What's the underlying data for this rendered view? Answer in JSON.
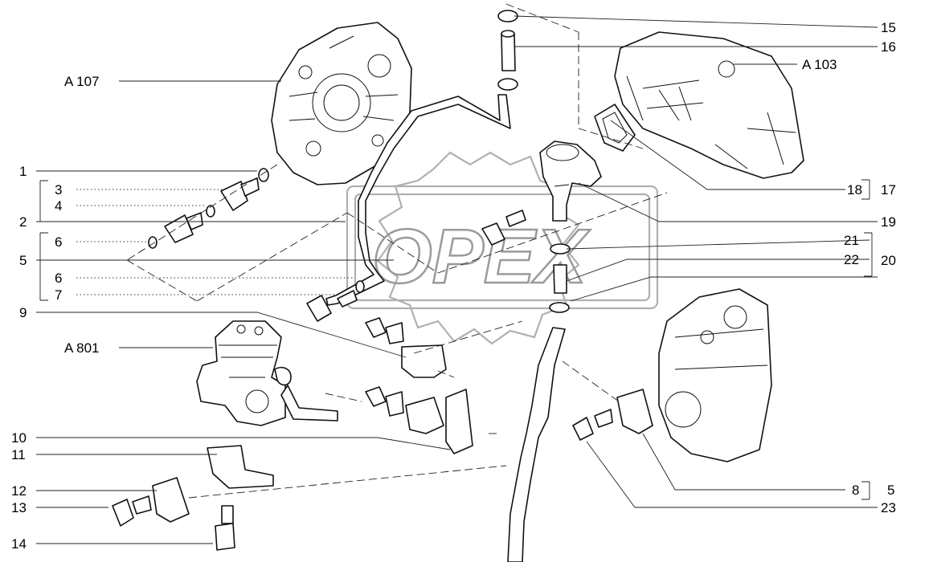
{
  "callouts": {
    "a107": "A 107",
    "a103": "A 103",
    "a801": "A 801",
    "n1": "1",
    "n2": "2",
    "n3": "3",
    "n4": "4",
    "n5": "5",
    "n6a": "6",
    "n6b": "6",
    "n7": "7",
    "n9": "9",
    "n10": "10",
    "n11": "11",
    "n12": "12",
    "n13": "13",
    "n14": "14",
    "n15": "15",
    "n16": "16",
    "n17": "17",
    "n18": "18",
    "n19": "19",
    "n20": "20",
    "n21": "21",
    "n22": "22",
    "n8": "8",
    "n5b": "5",
    "n23": "23"
  },
  "watermark": {
    "text": "OPEX"
  },
  "colors": {
    "line": "#111111",
    "watermark": "#a0a0a0",
    "background": "#ffffff"
  }
}
